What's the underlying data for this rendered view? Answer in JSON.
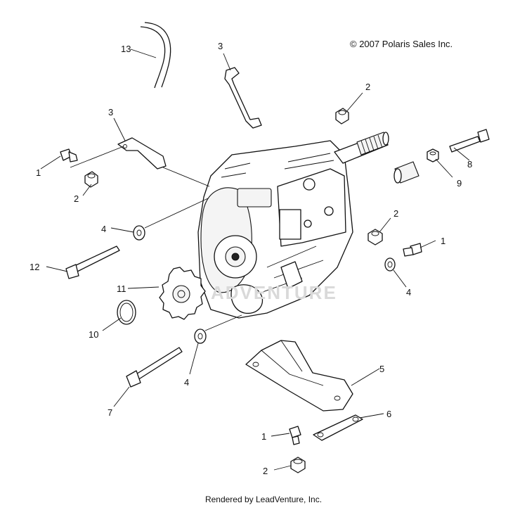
{
  "copyright": "© 2007 Polaris Sales Inc.",
  "footer": "Rendered by LeadVenture, Inc.",
  "watermark": "ADVENTURE",
  "callouts": {
    "c13": "13",
    "c3a": "3",
    "c3b": "3",
    "c2a": "2",
    "c8": "8",
    "c1a": "1",
    "c2b": "2",
    "c9": "9",
    "c4a": "4",
    "c2c": "2",
    "c1b": "1",
    "c12": "12",
    "c4b": "4",
    "c11": "11",
    "c10": "10",
    "c5": "5",
    "c4c": "4",
    "c7": "7",
    "c6": "6",
    "c1c": "1",
    "c2d": "2"
  }
}
